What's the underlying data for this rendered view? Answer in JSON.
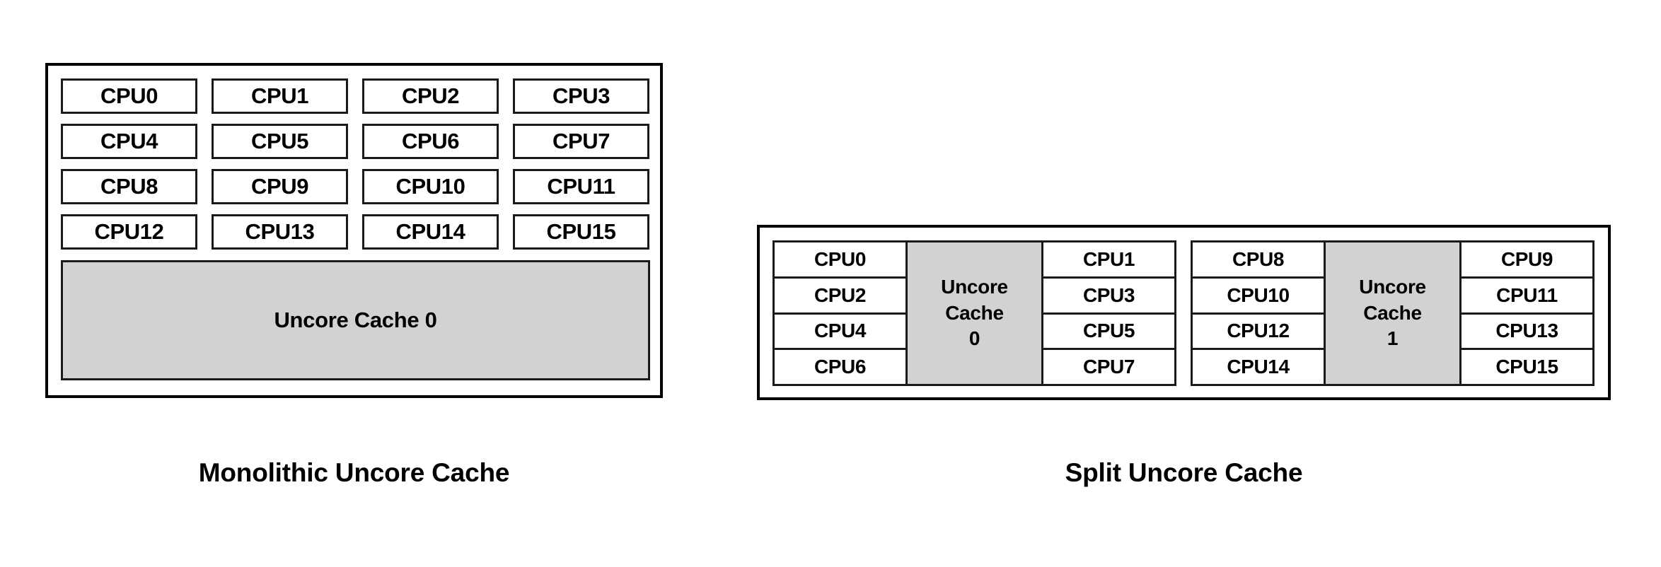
{
  "figure": {
    "background_color": "#ffffff",
    "line_color": "#1a1a1a",
    "cache_fill_color": "#d2d2d2",
    "text_color": "#000000"
  },
  "monolithic": {
    "caption": "Monolithic Uncore Cache",
    "cpus": [
      "CPU0",
      "CPU1",
      "CPU2",
      "CPU3",
      "CPU4",
      "CPU5",
      "CPU6",
      "CPU7",
      "CPU8",
      "CPU9",
      "CPU10",
      "CPU11",
      "CPU12",
      "CPU13",
      "CPU14",
      "CPU15"
    ],
    "uncore_cache": {
      "label": "Uncore Cache 0"
    }
  },
  "split": {
    "caption": "Split Uncore Cache",
    "halves": [
      {
        "left_cpus": [
          "CPU0",
          "CPU2",
          "CPU4",
          "CPU6"
        ],
        "uncore_cache": {
          "line1": "Uncore",
          "line2": "Cache",
          "line3": "0"
        },
        "right_cpus": [
          "CPU1",
          "CPU3",
          "CPU5",
          "CPU7"
        ]
      },
      {
        "left_cpus": [
          "CPU8",
          "CPU10",
          "CPU12",
          "CPU14"
        ],
        "uncore_cache": {
          "line1": "Uncore",
          "line2": "Cache",
          "line3": "1"
        },
        "right_cpus": [
          "CPU9",
          "CPU11",
          "CPU13",
          "CPU15"
        ]
      }
    ]
  }
}
